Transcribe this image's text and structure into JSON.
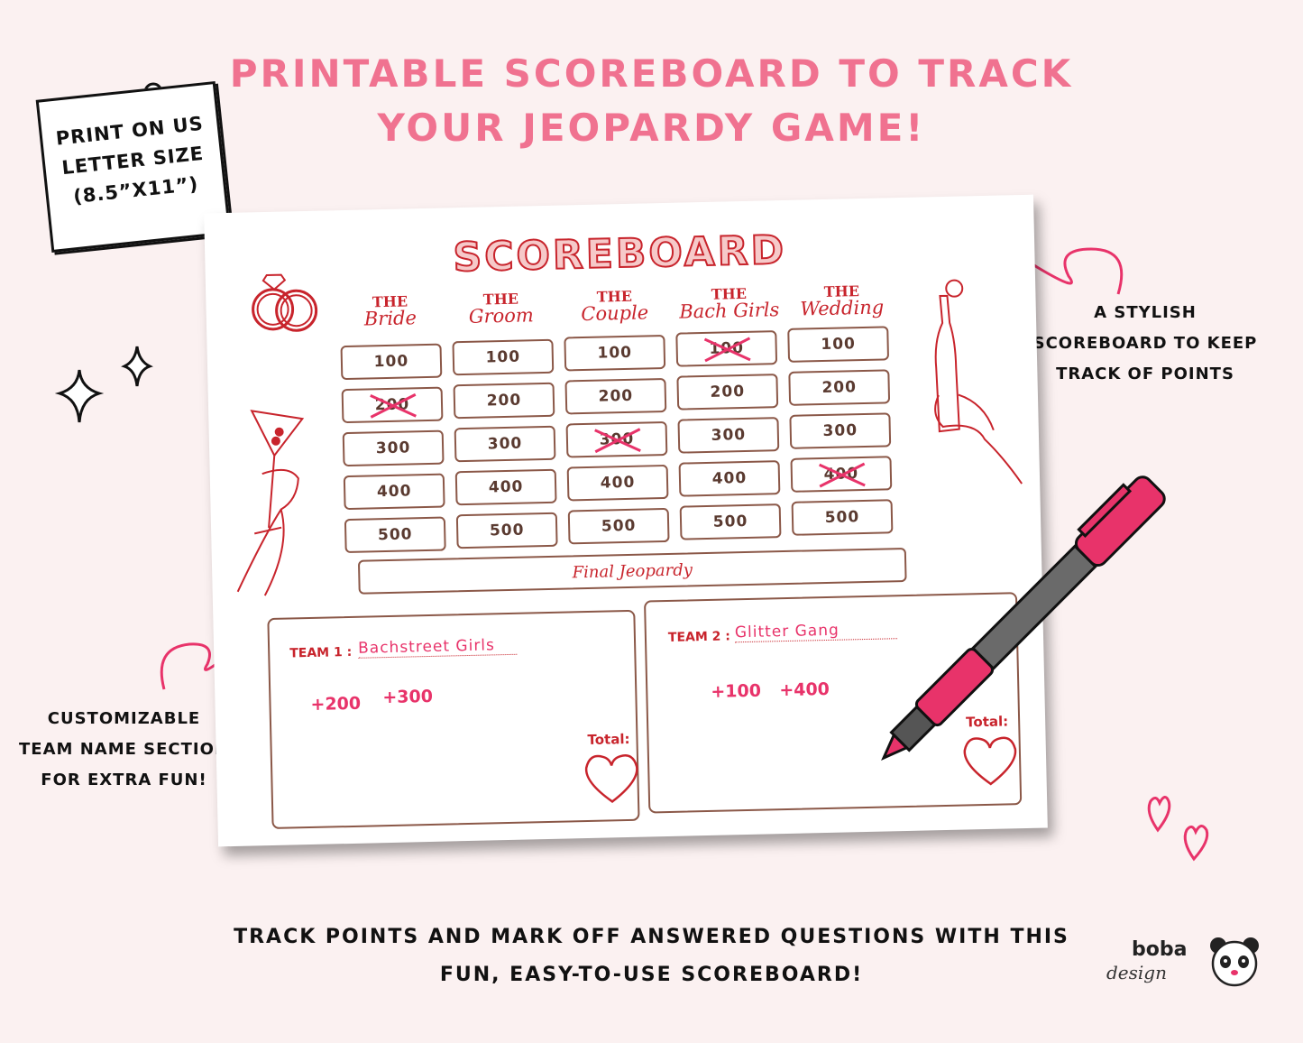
{
  "headline": {
    "line1": "Printable scoreboard to track",
    "line2": "your Jeopardy game!"
  },
  "note": {
    "line1": "PRINT ON US",
    "line2": "LETTER SIZE",
    "line3": "(8.5”X11”)"
  },
  "callouts": {
    "right": {
      "line1": "A STYLISH",
      "line2": "SCOREBOARD TO KEEP",
      "line3": "TRACK OF POINTS"
    },
    "left": {
      "line1": "CUSTOMIZABLE",
      "line2": "TEAM NAME SECTION",
      "line3": "FOR EXTRA FUN!"
    }
  },
  "scoreboard": {
    "title": "SCOREBOARD",
    "categories": [
      {
        "the": "THE",
        "name": "Bride"
      },
      {
        "the": "THE",
        "name": "Groom"
      },
      {
        "the": "THE",
        "name": "Couple"
      },
      {
        "the": "THE",
        "name": "Bach Girls"
      },
      {
        "the": "THE",
        "name": "Wedding"
      }
    ],
    "columns": [
      [
        {
          "v": "100",
          "crossed": false
        },
        {
          "v": "200",
          "crossed": true
        },
        {
          "v": "300",
          "crossed": false
        },
        {
          "v": "400",
          "crossed": false
        },
        {
          "v": "500",
          "crossed": false
        }
      ],
      [
        {
          "v": "100",
          "crossed": false
        },
        {
          "v": "200",
          "crossed": false
        },
        {
          "v": "300",
          "crossed": false
        },
        {
          "v": "400",
          "crossed": false
        },
        {
          "v": "500",
          "crossed": false
        }
      ],
      [
        {
          "v": "100",
          "crossed": false
        },
        {
          "v": "200",
          "crossed": false
        },
        {
          "v": "300",
          "crossed": true
        },
        {
          "v": "400",
          "crossed": false
        },
        {
          "v": "500",
          "crossed": false
        }
      ],
      [
        {
          "v": "100",
          "crossed": true
        },
        {
          "v": "200",
          "crossed": false
        },
        {
          "v": "300",
          "crossed": false
        },
        {
          "v": "400",
          "crossed": false
        },
        {
          "v": "500",
          "crossed": false
        }
      ],
      [
        {
          "v": "100",
          "crossed": false
        },
        {
          "v": "200",
          "crossed": false
        },
        {
          "v": "300",
          "crossed": false
        },
        {
          "v": "400",
          "crossed": true
        },
        {
          "v": "500",
          "crossed": false
        }
      ]
    ],
    "final": "Final Jeopardy",
    "team1": {
      "label": "TEAM 1 :",
      "name": "Bachstreet Girls",
      "p1": "+200",
      "p2": "+300",
      "total": "Total:"
    },
    "team2": {
      "label": "TEAM 2 :",
      "name": "Glitter Gang",
      "p1": "+100",
      "p2": "+400",
      "total": "Total:"
    }
  },
  "bottom": {
    "line1": "Track points and mark off answered questions with this",
    "line2": "fun, easy-to-use scoreboard!"
  },
  "brand": {
    "word1": "boba",
    "word2": "design"
  },
  "colors": {
    "accent": "#f07290",
    "red": "#c8242c",
    "pink": "#e8336a",
    "brown": "#8b5848"
  }
}
